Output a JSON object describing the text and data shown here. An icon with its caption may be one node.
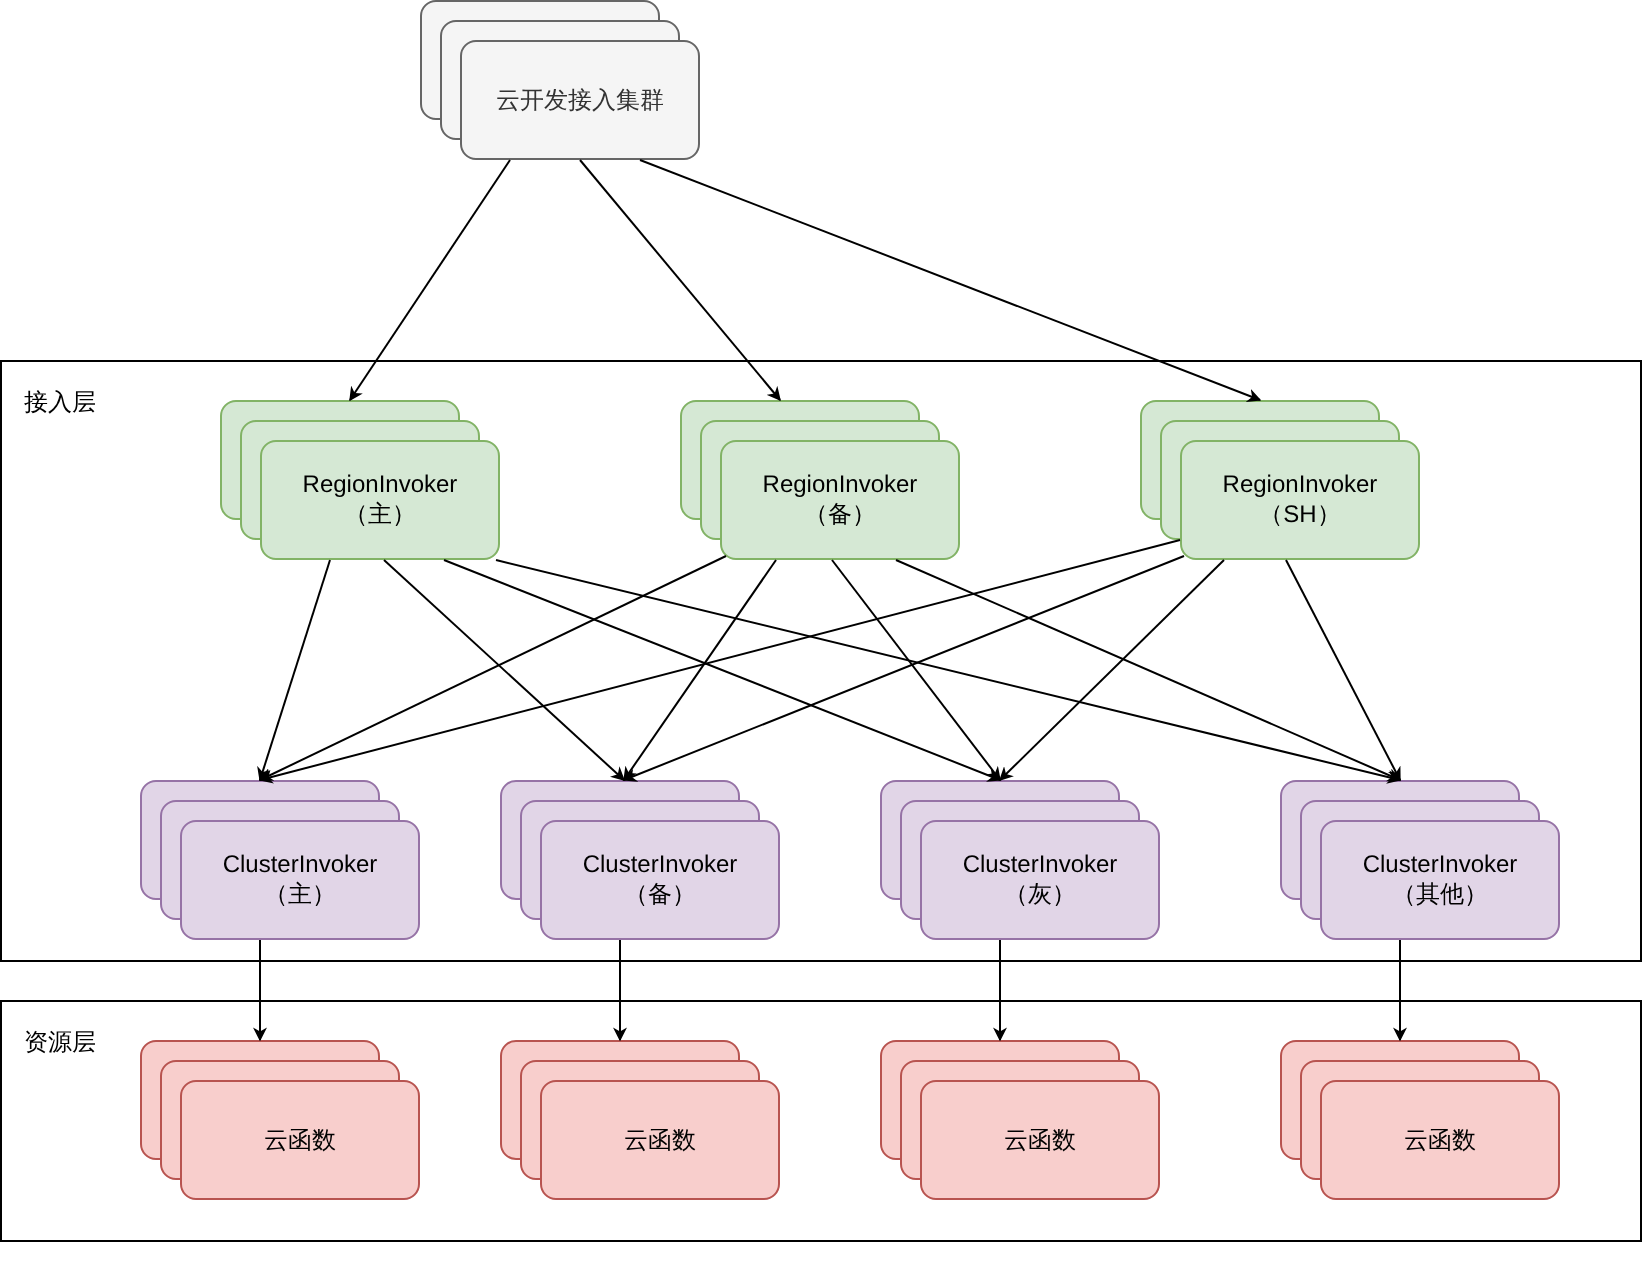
{
  "diagram": {
    "nodes": [
      {
        "text": [
          "云开发接入集群"
        ]
      },
      {
        "text": [
          "接入层"
        ]
      },
      {
        "text": [
          "RegionInvoker （主）"
        ],
        "in": 1
      },
      {
        "text": [
          "RegionInvoker （备）"
        ],
        "in": 1
      },
      {
        "text": [
          "RegionInvoker （SH）"
        ],
        "in": 1
      },
      {
        "text": [
          "ClusterInvoker （主）"
        ],
        "in": 1
      },
      {
        "text": [
          "ClusterInvoker （备）"
        ],
        "in": 1
      },
      {
        "text": [
          "ClusterInvoker （灰）"
        ],
        "in": 1
      },
      {
        "text": [
          "ClusterInvoker （其他）"
        ],
        "in": 1
      },
      {
        "text": [
          "资源层"
        ]
      },
      {
        "text": [
          "云函数"
        ],
        "in": 9
      },
      {
        "text": [
          "云函数"
        ],
        "in": 9
      },
      {
        "text": [
          "云函数"
        ],
        "in": 9
      },
      {
        "text": [
          "云函数"
        ],
        "in": 9
      }
    ],
    "edges": [
      {
        "from": 0,
        "to": 2,
        "arrow": "to"
      },
      {
        "from": 0,
        "to": 3,
        "arrow": "to"
      },
      {
        "from": 0,
        "to": 4,
        "arrow": "to"
      },
      {
        "from": 2,
        "to": 5,
        "arrow": "to"
      },
      {
        "from": 2,
        "to": 6,
        "arrow": "to"
      },
      {
        "from": 2,
        "to": 7,
        "arrow": "to"
      },
      {
        "from": 2,
        "to": 8,
        "arrow": "to"
      },
      {
        "from": 3,
        "to": 5,
        "arrow": "to"
      },
      {
        "from": 3,
        "to": 6,
        "arrow": "to"
      },
      {
        "from": 3,
        "to": 7,
        "arrow": "to"
      },
      {
        "from": 3,
        "to": 8,
        "arrow": "to"
      },
      {
        "from": 4,
        "to": 5,
        "arrow": "to"
      },
      {
        "from": 4,
        "to": 6,
        "arrow": "to"
      },
      {
        "from": 4,
        "to": 7,
        "arrow": "to"
      },
      {
        "from": 4,
        "to": 8,
        "arrow": "to"
      },
      {
        "from": 5,
        "to": 10,
        "arrow": "to"
      },
      {
        "from": 6,
        "to": 11,
        "arrow": "to"
      },
      {
        "from": 7,
        "to": 12,
        "arrow": "to"
      },
      {
        "from": 8,
        "to": 13,
        "arrow": "to"
      }
    ]
  }
}
